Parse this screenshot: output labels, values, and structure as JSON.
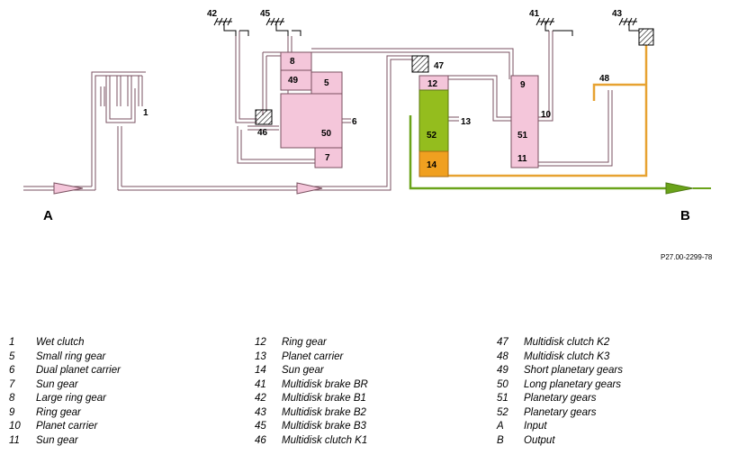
{
  "diagram": {
    "parts": {
      "p1": "1",
      "p5": "5",
      "p6": "6",
      "p7": "7",
      "p8": "8",
      "p9": "9",
      "p10": "10",
      "p11": "11",
      "p12": "12",
      "p13": "13",
      "p14": "14",
      "p41": "41",
      "p42": "42",
      "p43": "43",
      "p45": "45",
      "p46": "46",
      "p47": "47",
      "p48": "48",
      "p49": "49",
      "p50": "50",
      "p51": "51",
      "p52": "52"
    },
    "input_label": "A",
    "output_label": "B",
    "reference_code": "P27.00-2299-78",
    "colors": {
      "gear_fill": "#f4c6da",
      "shaft_stroke": "#7a5060",
      "sun_gear_green": "#94bd1e",
      "sun_gear_orange": "#f0a020",
      "output_line": "#6aa31a",
      "brake_line": "#e7a231"
    }
  },
  "legend": [
    [
      {
        "num": "1",
        "text": "Wet clutch"
      },
      {
        "num": "5",
        "text": "Small ring gear"
      },
      {
        "num": "6",
        "text": "Dual planet carrier"
      },
      {
        "num": "7",
        "text": "Sun gear"
      },
      {
        "num": "8",
        "text": "Large ring gear"
      },
      {
        "num": "9",
        "text": "Ring gear"
      },
      {
        "num": "10",
        "text": "Planet carrier"
      },
      {
        "num": "11",
        "text": "Sun gear"
      }
    ],
    [
      {
        "num": "12",
        "text": "Ring gear"
      },
      {
        "num": "13",
        "text": "Planet carrier"
      },
      {
        "num": "14",
        "text": "Sun gear"
      },
      {
        "num": "41",
        "text": "Multidisk brake BR"
      },
      {
        "num": "42",
        "text": "Multidisk brake B1"
      },
      {
        "num": "43",
        "text": "Multidisk brake B2"
      },
      {
        "num": "45",
        "text": "Multidisk brake B3"
      },
      {
        "num": "46",
        "text": "Multidisk clutch K1"
      }
    ],
    [
      {
        "num": "47",
        "text": "Multidisk clutch K2"
      },
      {
        "num": "48",
        "text": "Multidisk clutch K3"
      },
      {
        "num": "49",
        "text": "Short planetary gears"
      },
      {
        "num": "50",
        "text": "Long planetary gears"
      },
      {
        "num": "51",
        "text": "Planetary gears"
      },
      {
        "num": "52",
        "text": "Planetary gears"
      },
      {
        "num": "A",
        "text": "Input"
      },
      {
        "num": "B",
        "text": "Output"
      }
    ]
  ]
}
